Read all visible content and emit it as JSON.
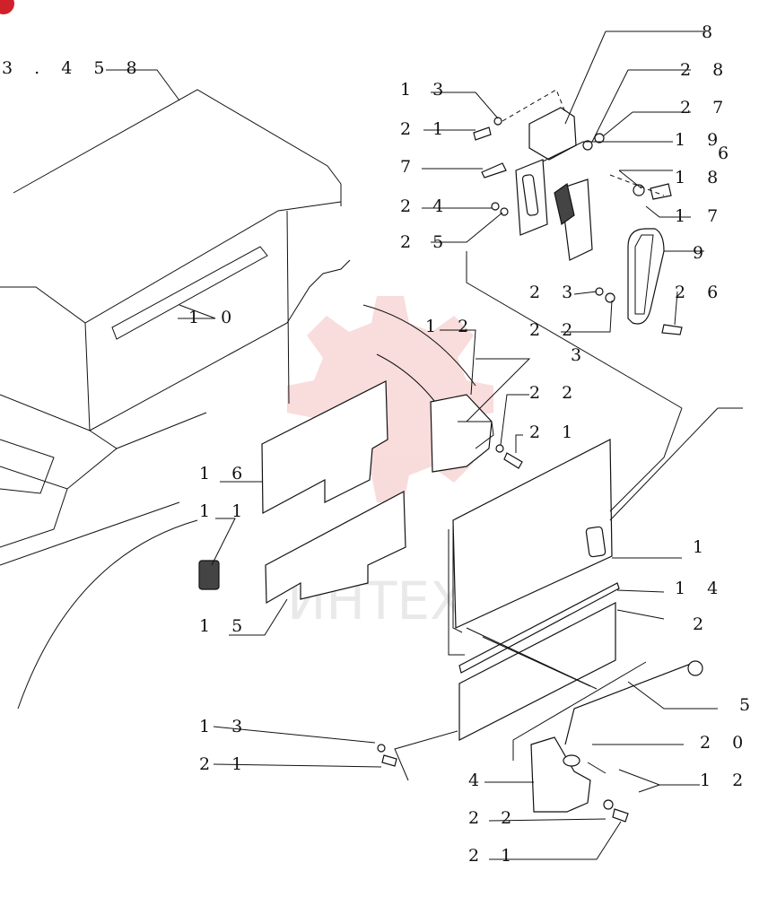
{
  "diagram": {
    "reference": "3 . 4 5 8",
    "watermark": "ИНТЕХ",
    "callouts": [
      {
        "id": "c8",
        "text": "8"
      },
      {
        "id": "c28",
        "text": "2 8"
      },
      {
        "id": "c13a",
        "text": "1 3"
      },
      {
        "id": "c21a",
        "text": "2 1"
      },
      {
        "id": "c27",
        "text": "2 7"
      },
      {
        "id": "c19",
        "text": "1 9"
      },
      {
        "id": "c6",
        "text": "6"
      },
      {
        "id": "c7",
        "text": "7"
      },
      {
        "id": "c18",
        "text": "1 8"
      },
      {
        "id": "c24",
        "text": "2 4"
      },
      {
        "id": "c17",
        "text": "1 7"
      },
      {
        "id": "c25",
        "text": "2 5"
      },
      {
        "id": "c9",
        "text": "9"
      },
      {
        "id": "c23",
        "text": "2 3"
      },
      {
        "id": "c26",
        "text": "2 6"
      },
      {
        "id": "c22a",
        "text": "2 2"
      },
      {
        "id": "c3",
        "text": "3"
      },
      {
        "id": "c10",
        "text": "1 0"
      },
      {
        "id": "c12a",
        "text": "1 2"
      },
      {
        "id": "c22b",
        "text": "2 2"
      },
      {
        "id": "c21b",
        "text": "2 1"
      },
      {
        "id": "c16",
        "text": "1 6"
      },
      {
        "id": "c11",
        "text": "1 1"
      },
      {
        "id": "c1",
        "text": "1"
      },
      {
        "id": "c14",
        "text": "1 4"
      },
      {
        "id": "c2",
        "text": "2"
      },
      {
        "id": "c15",
        "text": "1 5"
      },
      {
        "id": "c5",
        "text": "5"
      },
      {
        "id": "c13b",
        "text": "1 3"
      },
      {
        "id": "c20",
        "text": "2 0"
      },
      {
        "id": "c21c",
        "text": "2 1"
      },
      {
        "id": "c4",
        "text": "4"
      },
      {
        "id": "c12b",
        "text": "1 2"
      },
      {
        "id": "c22c",
        "text": "2 2"
      },
      {
        "id": "c21d",
        "text": "2 1"
      }
    ]
  }
}
